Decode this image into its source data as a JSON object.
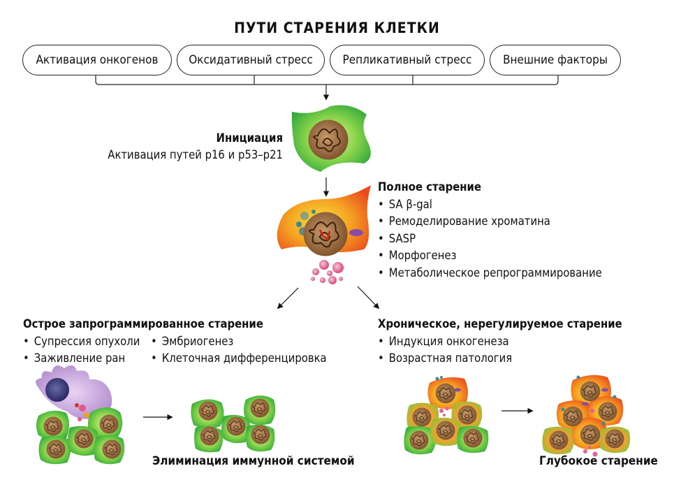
{
  "title": "ПУТИ СТАРЕНИЯ КЛЕТКИ",
  "triggers": [
    {
      "label": "Активация онкогенов"
    },
    {
      "label": "Оксидативный стресс"
    },
    {
      "label": "Репликативный стресс"
    },
    {
      "label": "Внешние факторы"
    }
  ],
  "initiation": {
    "heading": "Инициация",
    "text": "Активация путей p16 и p53–p21"
  },
  "full_senescence": {
    "heading": "Полное старение",
    "items": [
      "SA β-gal",
      "Ремоделирование хроматина",
      "SASP",
      "Морфогенез",
      "Метаболическое репрограммирование"
    ]
  },
  "acute": {
    "heading": "Острое запрограммированное старение",
    "col1": [
      "Супрессия опухоли",
      "Заживление ран"
    ],
    "col2": [
      "Эмбриогенез",
      "Клеточная дифференцировка"
    ],
    "outcome": "Элиминация иммунной системой"
  },
  "chronic": {
    "heading": "Хроническое, нерегулируемое старение",
    "items": [
      "Индукция онкогенеза",
      "Возрастная патология"
    ],
    "outcome": "Глубокое старение"
  },
  "colors": {
    "healthy_cell": "#5cc43a",
    "senescent_cell": "#f07a1c",
    "nucleus": "#8a5a2e",
    "sasp_granule": "#e0608a",
    "immune_cell": "#b48ad0"
  }
}
